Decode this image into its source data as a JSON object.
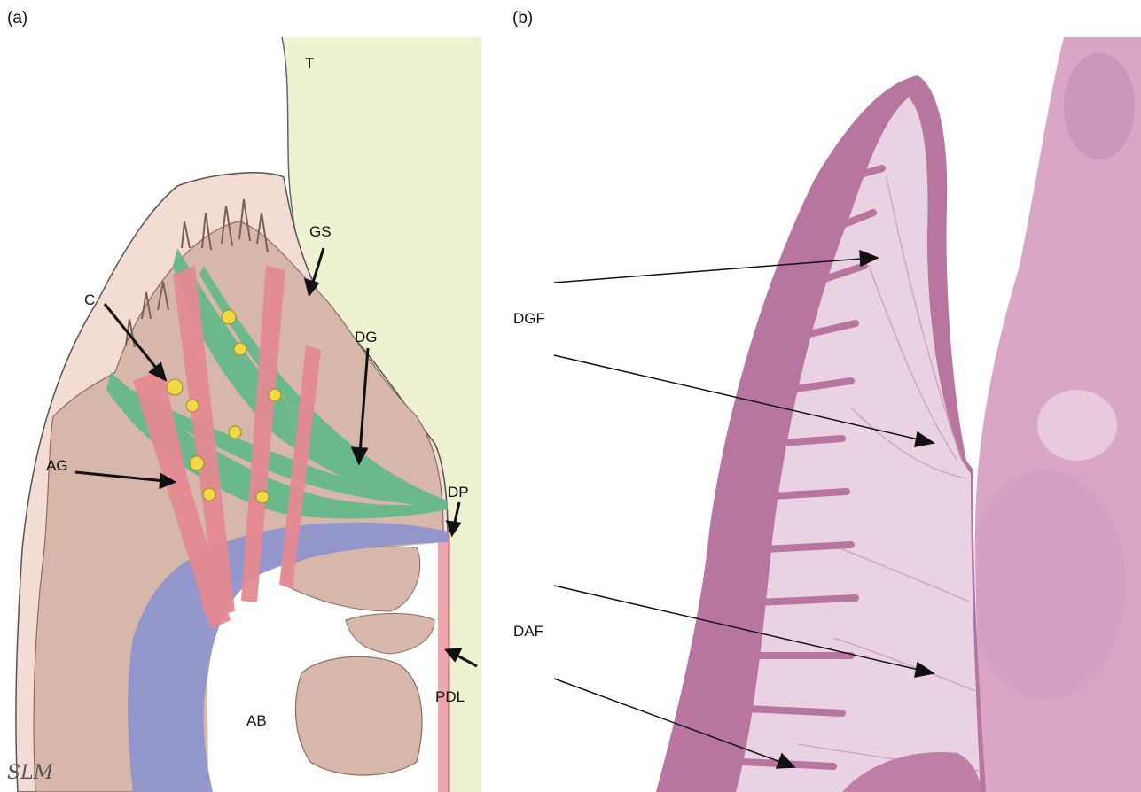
{
  "panel_a": {
    "letter": "(a)",
    "labels": {
      "T": "T",
      "GS": "GS",
      "C": "C",
      "DG": "DG",
      "AG": "AG",
      "DP": "DP",
      "PDL": "PDL",
      "AB": "AB"
    },
    "signature": "SLM"
  },
  "panel_b": {
    "letter": "(b)",
    "labels": {
      "DGF": "DGF",
      "DAF": "DAF"
    }
  },
  "colors": {
    "tooth": "#eef2d0",
    "gingiva_outer": "#f3dcd3",
    "gingiva_fill": "#d8b7ab",
    "green_fibers": "#62b98a",
    "pink_fibers": "#e48a92",
    "blue_fibers": "#8f93cc",
    "capillaries": "#f1d846",
    "histology_epithelium": "#b7759f",
    "histology_tissue": "#e9d3e2",
    "histology_tooth": "#d9a6c6"
  }
}
